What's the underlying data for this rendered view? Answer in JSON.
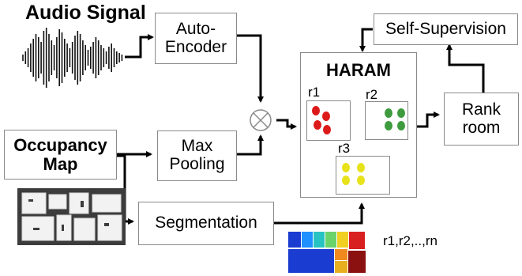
{
  "audio_title": "Audio Signal",
  "autoencoder": {
    "line1": "Auto-",
    "line2": "Encoder"
  },
  "self_supervision": "Self-Supervision",
  "haram": {
    "title": "HARAM",
    "rooms": [
      {
        "label": "r1",
        "dot_color": "#dd1a1a"
      },
      {
        "label": "r2",
        "dot_color": "#3e9b3e"
      },
      {
        "label": "r3",
        "dot_color": "#e8e21a"
      }
    ]
  },
  "rank_room": {
    "line1": "Rank",
    "line2": "room"
  },
  "occupancy": {
    "line1": "Occupancy",
    "line2": "Map"
  },
  "max_pooling": {
    "line1": "Max",
    "line2": "Pooling"
  },
  "segmentation": "Segmentation",
  "rooms_list": "r1,r2,..,rn",
  "colors": {
    "border": "#8a8a8a",
    "arrow": "#000000"
  }
}
